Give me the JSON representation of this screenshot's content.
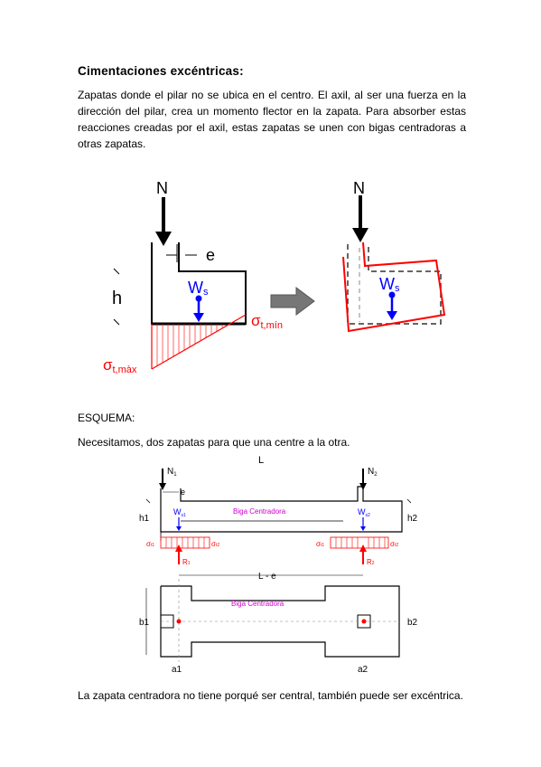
{
  "heading": "Cimentaciones excéntricas:",
  "intro": "Zapatas donde el pilar no se ubica en el centro. El axil, al ser una fuerza en la dirección del pilar, crea un momento flector en la zapata. Para absorber estas reacciones creadas por el axil, estas zapatas se unen con bigas centradoras a otras zapatas.",
  "figure1": {
    "load": "N",
    "eccentricity": "e",
    "height": "h",
    "weight": "W",
    "weight_sub": "s",
    "stress_symbol": "σ",
    "stress_min_sub": "t,mín",
    "stress_max_sub": "t,màx"
  },
  "schema_label": "ESQUEMA:",
  "schema_intro": "Necesitamos, dos zapatas para que una centre a la otra.",
  "figure2": {
    "span": "L",
    "span_reduced": "L - e",
    "load1": "N",
    "load1_sub": "1",
    "load2": "N",
    "load2_sub": "2",
    "eccentricity": "e",
    "h1": "h1",
    "h2": "h2",
    "b1": "b1",
    "b2": "b2",
    "a1": "a1",
    "a2": "a2",
    "w1": "W",
    "w1_sub": "s1",
    "w2": "W",
    "w2_sub": "s2",
    "beam": "Biga Centradora",
    "r1": "R",
    "r1_sub": "1",
    "r2": "R",
    "r2_sub": "2",
    "sig_left_1": "σ",
    "sig_left_2": "σ",
    "sig_right_1": "σ",
    "sig_right_2": "σ",
    "sig_sub_a": "t1",
    "sig_sub_b": "t2",
    "color_load": "#0000ff",
    "color_stress": "#ff0000",
    "color_beam": "#cc00cc"
  },
  "conclusion": "La zapata centradora no tiene porqué ser central, también puede ser excéntrica."
}
